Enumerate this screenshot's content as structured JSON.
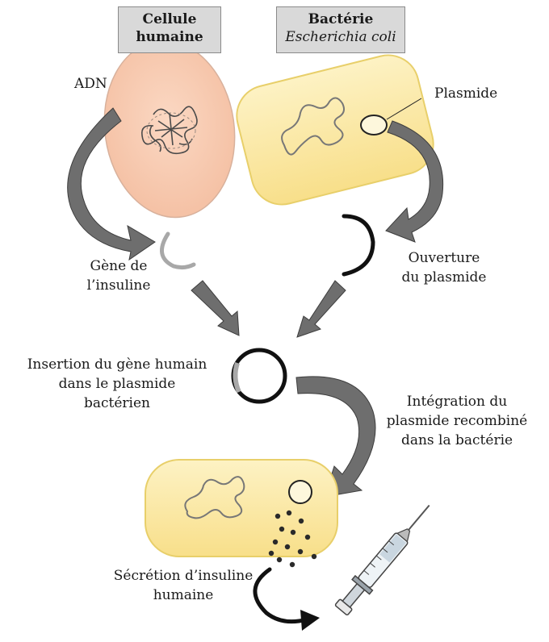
{
  "headers": {
    "human_cell": [
      "Cellule",
      "humaine"
    ],
    "bacterium": [
      "Bactérie",
      "Escherichia coli"
    ]
  },
  "labels": {
    "dna": "ADN",
    "plasmid": "Plasmide",
    "insulin_gene": [
      "Gène de",
      "l’insuline"
    ],
    "plasmid_opening": [
      "Ouverture",
      "du plasmide"
    ],
    "insertion": [
      "Insertion du gène humain",
      "dans le plasmide",
      "bactérien"
    ],
    "integration": [
      "Intégration du",
      "plasmide recombiné",
      "dans la bactérie"
    ],
    "secretion": [
      "Sécrétion d’insuline",
      "humaine"
    ]
  },
  "colors": {
    "human_cell_fill": "#f7cbb0",
    "human_cell_stroke": "#d8b19c",
    "bacterium_fill": "#fbe8a8",
    "bacterium_stroke": "#e8cf6a",
    "arrow_fill": "#6e6e6e",
    "gene_gray": "#a8a8a8",
    "plasmid_black": "#111111",
    "header_bg": "#d9d9d9"
  },
  "icons": [
    "curved-arrow-icon",
    "straight-arrow-icon",
    "syringe-icon",
    "insulin-dots-icon"
  ]
}
